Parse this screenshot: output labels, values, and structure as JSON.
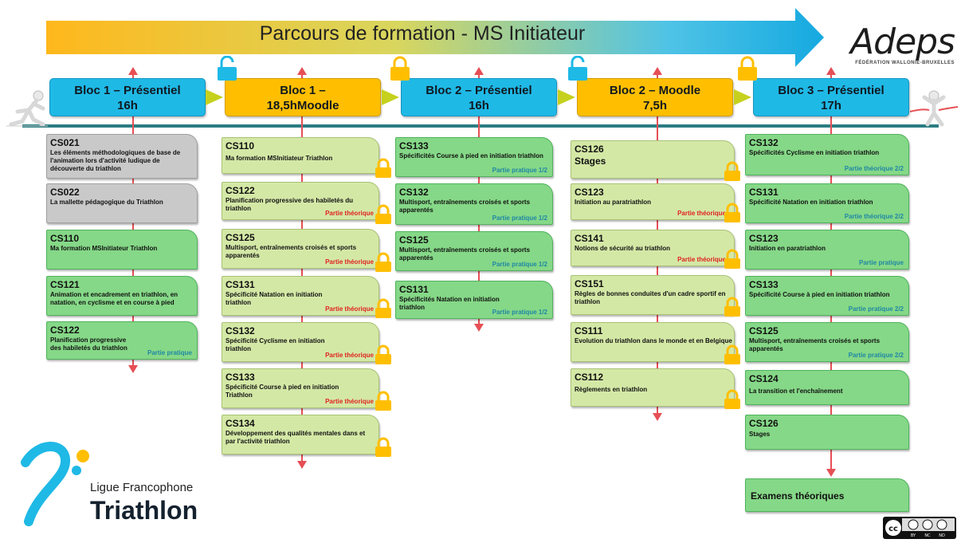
{
  "title": "Parcours de formation - MS Initiateur",
  "adeps": {
    "name": "Adeps",
    "subtitle": "FÉDÉRATION WALLONIE-BRUXELLES"
  },
  "ligue": {
    "line1": "Ligue Francophone",
    "line2": "Triathlon"
  },
  "license": "CC BY NC ND",
  "colors": {
    "cyan": "#1fb9e6",
    "amber": "#ffbf00",
    "green": "#85d887",
    "light_green": "#d4e8a6",
    "gray": "#c9c9c9",
    "red": "#e0231f",
    "teal": "#2087a5",
    "timeline": "#2a7d83"
  },
  "blocks": [
    {
      "title": "Bloc 1 – Présentiel",
      "hours": "16h",
      "lock": "none"
    },
    {
      "title": "Bloc 1 –",
      "hours": "18,5hMoodle",
      "lock": "open"
    },
    {
      "title": "Bloc 2 – Présentiel",
      "hours": "16h",
      "lock": "closed"
    },
    {
      "title": "Bloc 2 – Moodle",
      "hours": "7,5h",
      "lock": "open"
    },
    {
      "title": "Bloc 3 – Présentiel",
      "hours": "17h",
      "lock": "closed"
    }
  ],
  "columns": [
    [
      {
        "code": "CS021",
        "desc": "Les éléments méthodologiques de base de l'animation lors d'activité ludique de découverte du triathlon",
        "part": ""
      },
      {
        "code": "CS022",
        "desc": "La mallette pédagogique du Triathlon",
        "part": ""
      },
      {
        "code": "CS110",
        "desc": "Ma formation MSInitiateur Triathlon",
        "part": ""
      },
      {
        "code": "CS121",
        "desc": "Animation et encadrement en triathlon, en natation, en cyclisme et en course à pied",
        "part": ""
      },
      {
        "code": "CS122",
        "desc": "Planification progressive des habiletés du triathlon",
        "part": "Partie pratique"
      }
    ],
    [
      {
        "code": "CS110",
        "desc": "Ma formation MSInitiateur Triathlon",
        "part": ""
      },
      {
        "code": "CS122",
        "desc": "Planification progressive des habiletés du triathlon",
        "part": "Partie théorique"
      },
      {
        "code": "CS125",
        "desc": "Multisport, entraînements croisés et sports apparentés",
        "part": "Partie théorique"
      },
      {
        "code": "CS131",
        "desc": "Spécificité Natation en initiation triathlon",
        "part": "Partie théorique"
      },
      {
        "code": "CS132",
        "desc": "Spécificité Cyclisme en initiation triathlon",
        "part": "Partie théorique"
      },
      {
        "code": "CS133",
        "desc": "Spécificité Course à pied en initiation Triathlon",
        "part": "Partie théorique"
      },
      {
        "code": "CS134",
        "desc": "Développement des qualités mentales dans et par l'activité triathlon",
        "part": ""
      }
    ],
    [
      {
        "code": "CS133",
        "desc": "Spécificités Course à pied en initiation triathlon",
        "part": "Partie pratique 1/2"
      },
      {
        "code": "CS132",
        "desc": "Multisport, entraînements croisés et sports apparentés",
        "part": "Partie pratique 1/2"
      },
      {
        "code": "CS125",
        "desc": "Multisport, entraînements croisés et sports apparentés",
        "part": "Partie pratique 1/2"
      },
      {
        "code": "CS131",
        "desc": "Spécificités Natation en initiation triathlon",
        "part": "Partie pratique 1/2"
      }
    ],
    [
      {
        "code": "CS126",
        "desc": "Stages",
        "part": ""
      },
      {
        "code": "CS123",
        "desc": "Initiation au paratriathlon",
        "part": "Partie théorique"
      },
      {
        "code": "CS141",
        "desc": "Notions de sécurité au triathlon",
        "part": "Partie théorique"
      },
      {
        "code": "CS151",
        "desc": "Règles de bonnes conduites d'un cadre sportif en triathlon",
        "part": ""
      },
      {
        "code": "CS111",
        "desc": "Evolution du triathlon dans le monde et en Belgique",
        "part": ""
      },
      {
        "code": "CS112",
        "desc": "Règlements en triathlon",
        "part": ""
      }
    ],
    [
      {
        "code": "CS132",
        "desc": "Spécificités Cyclisme en initiation triathlon",
        "part": "Partie théorique 2/2"
      },
      {
        "code": "CS131",
        "desc": "Spécificité Natation en initiation triathlon",
        "part": "Partie théorique 2/2"
      },
      {
        "code": "CS123",
        "desc": "Initiation en paratriathlon",
        "part": "Partie pratique"
      },
      {
        "code": "CS133",
        "desc": "Spécificité Course à pied en initiation triathlon",
        "part": "Partie pratique 2/2"
      },
      {
        "code": "CS125",
        "desc": "Multisport, entraînements croisés et sports apparentés",
        "part": "Partie pratique 2/2"
      },
      {
        "code": "CS124",
        "desc": "La transition et l'enchaînement",
        "part": ""
      },
      {
        "code": "CS126",
        "desc": "Stages",
        "part": ""
      }
    ]
  ],
  "exams": "Examens théoriques"
}
